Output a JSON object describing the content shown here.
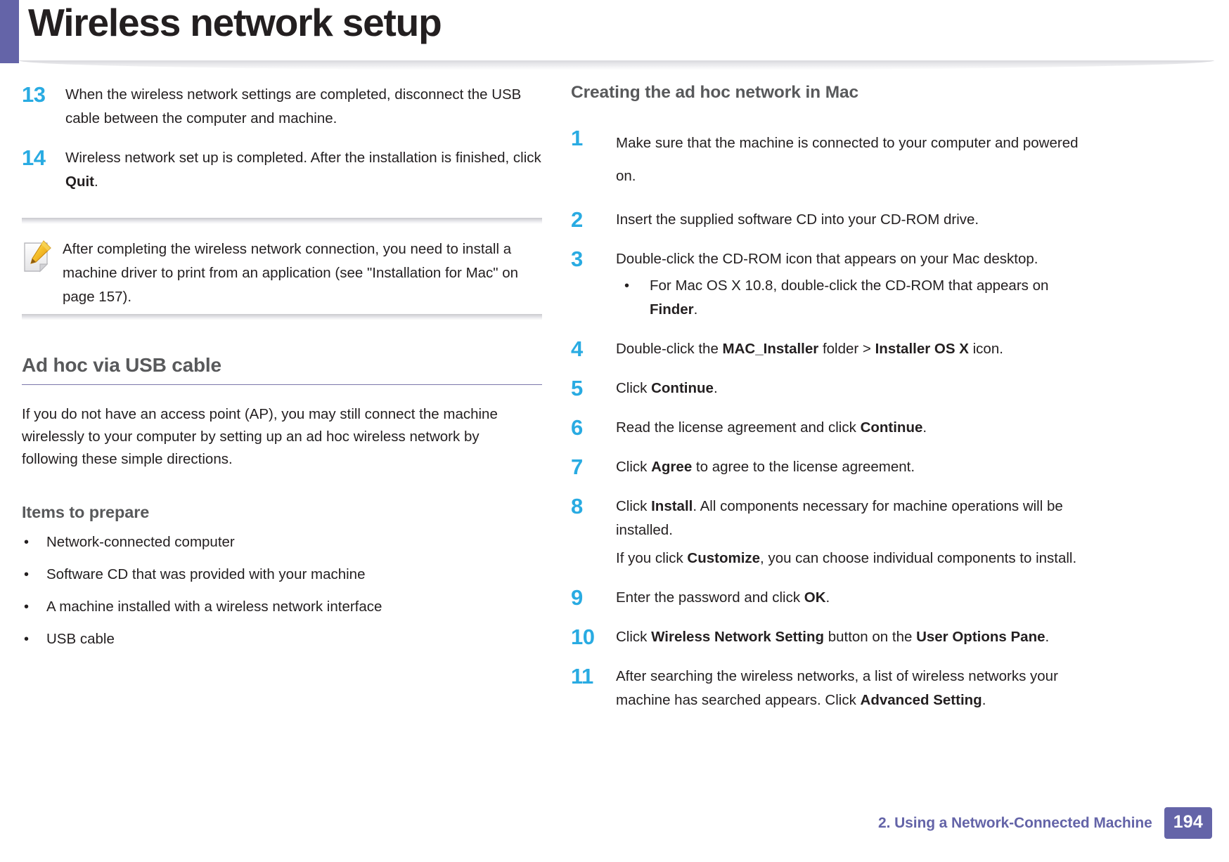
{
  "header": {
    "title": "Wireless network setup",
    "accent_color": "#6464a8"
  },
  "colors": {
    "step_number": "#29abe2",
    "heading": "#58595b",
    "accent_purple": "#6464a8",
    "rule_purple": "#7a77ab",
    "body_text": "#231f20"
  },
  "left_column": {
    "steps": [
      {
        "number": "13",
        "text": "When the wireless network settings are completed, disconnect the USB cable between the computer and machine."
      },
      {
        "number": "14",
        "text_pre": "Wireless network set up is completed. After the installation is finished, click ",
        "bold": "Quit",
        "text_post": "."
      }
    ],
    "note": {
      "icon": "note-pencil-icon",
      "text": "After completing the wireless network connection, you need to install a machine driver to print from an application (see \"Installation for Mac\" on page 157)."
    },
    "section_heading": "Ad hoc via USB cable",
    "intro_paragraph": "If you do not have an access point (AP), you may still connect the machine wirelessly to your computer by setting up an ad hoc wireless network by following these simple directions.",
    "subsection_heading": "Items to prepare",
    "bullet_marker": "•",
    "bullets": [
      "Network-connected computer",
      "Software CD that was provided with your machine",
      "A machine installed with a wireless network interface",
      "USB cable"
    ]
  },
  "right_column": {
    "section_heading": "Creating the ad hoc network in Mac",
    "bullet_marker": "•",
    "steps": [
      {
        "number": "1",
        "text": "Make sure that the machine is connected to your computer and powered on.",
        "spaced": true
      },
      {
        "number": "2",
        "text": "Insert the supplied software CD into your CD-ROM drive."
      },
      {
        "number": "3",
        "text": "Double-click the CD-ROM icon that appears on your Mac desktop.",
        "sub_bullet_pre": "For Mac OS X 10.8, double-click the CD-ROM that appears on ",
        "sub_bullet_bold": "Finder",
        "sub_bullet_post": "."
      },
      {
        "number": "4",
        "text_pre": "Double-click the ",
        "bold1": "MAC_Installer",
        "text_mid": " folder > ",
        "bold2": "Installer OS X",
        "text_post": " icon."
      },
      {
        "number": "5",
        "text_pre": "Click ",
        "bold1": "Continue",
        "text_post": "."
      },
      {
        "number": "6",
        "text_pre": "Read the license agreement and click ",
        "bold1": "Continue",
        "text_post": "."
      },
      {
        "number": "7",
        "text_pre": "Click ",
        "bold1": "Agree",
        "text_post": " to agree to the license agreement."
      },
      {
        "number": "8",
        "text_pre": "Click ",
        "bold1": "Install",
        "text_post": ". All components necessary for machine operations will be installed.",
        "sub_pre": "If you click ",
        "sub_bold": "Customize",
        "sub_post": ", you can choose individual components to install."
      },
      {
        "number": "9",
        "text_pre": "Enter the password and click ",
        "bold1": "OK",
        "text_post": "."
      },
      {
        "number": "10",
        "text_pre": "Click ",
        "bold1": "Wireless Network Setting",
        "text_mid": " button on the ",
        "bold2": "User Options Pane",
        "text_post": "."
      },
      {
        "number": "11",
        "text_pre": "After searching the wireless networks, a list of wireless networks your machine has searched appears. Click ",
        "bold1": "Advanced Setting",
        "text_post": "."
      }
    ]
  },
  "footer": {
    "chapter": "2.  Using a Network-Connected Machine",
    "page_number": "194"
  }
}
